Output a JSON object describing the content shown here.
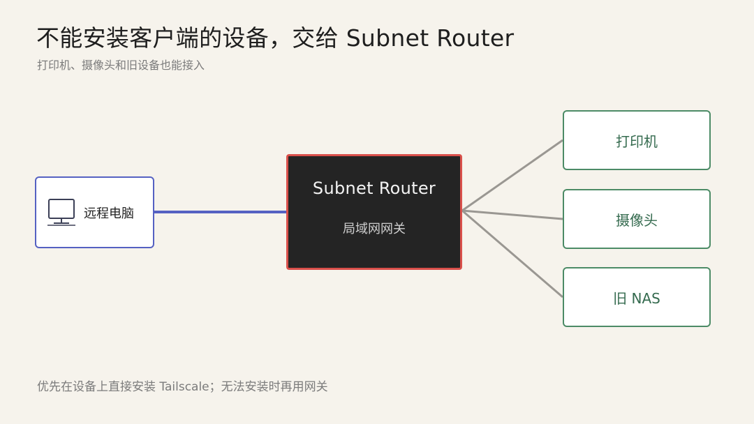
{
  "header": {
    "title": "不能安装客户端的设备，交给 Subnet Router",
    "subtitle": "打印机、摄像头和旧设备也能接入"
  },
  "remote": {
    "label": "远程电脑",
    "icon": "monitor-icon"
  },
  "router": {
    "title": "Subnet Router",
    "subtitle": "局域网网关"
  },
  "devices": [
    {
      "label": "打印机"
    },
    {
      "label": "摄像头"
    },
    {
      "label": "旧 NAS"
    }
  ],
  "footer": {
    "note": "优先在设备上直接安装 Tailscale；无法安装时再用网关"
  },
  "colors": {
    "background": "#f6f3ec",
    "remote_border": "#5561c2",
    "remote_link": "#5561c2",
    "router_fill": "#242424",
    "router_border": "#d9504b",
    "device_border": "#4c8b66",
    "device_text": "#356b4f",
    "device_link": "#9a9792"
  }
}
